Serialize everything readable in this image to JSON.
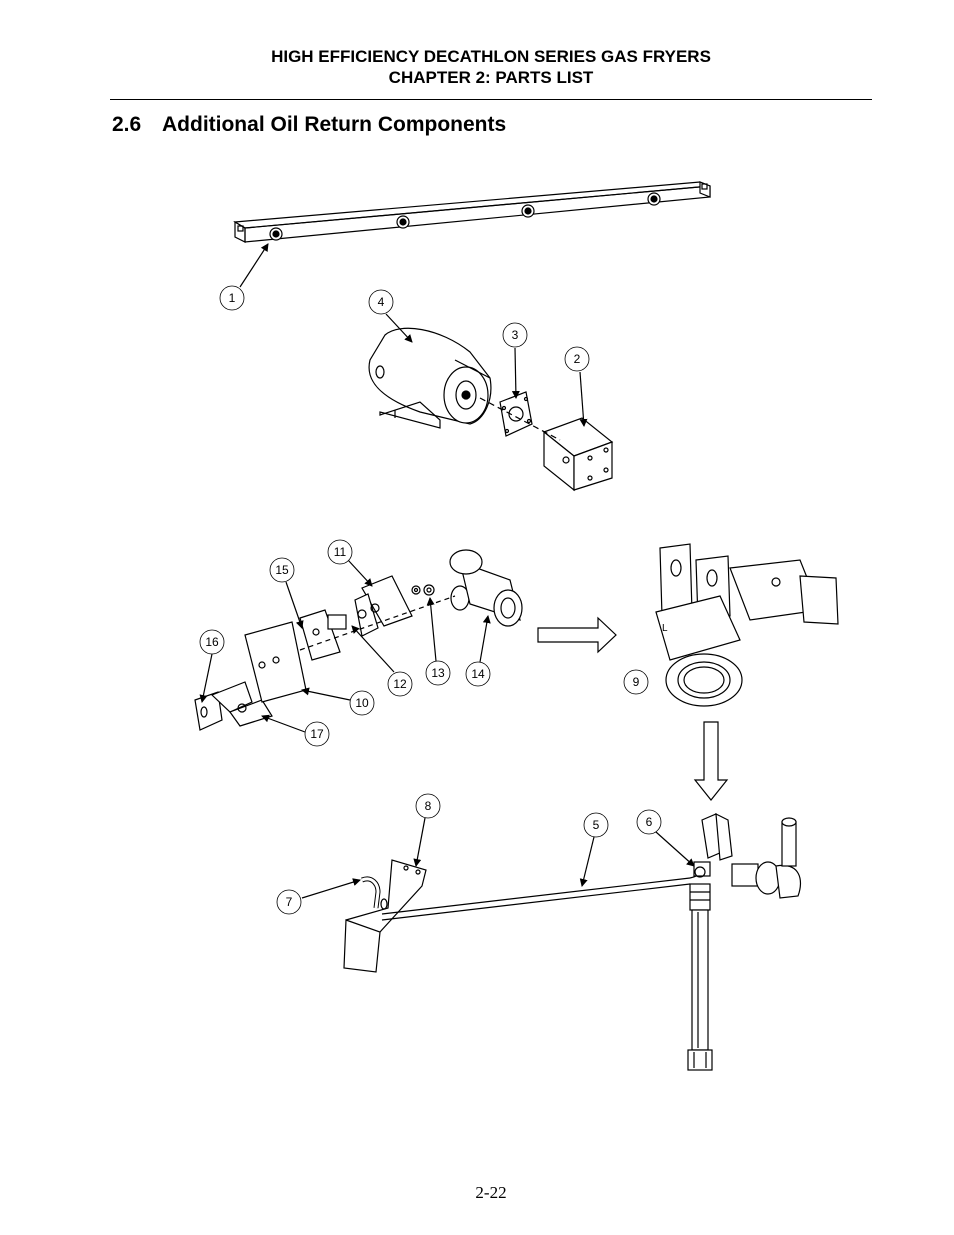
{
  "header": {
    "line1": "HIGH EFFICIENCY DECATHLON SERIES GAS FRYERS",
    "line2": "CHAPTER 2:  PARTS LIST"
  },
  "section": {
    "number": "2.6",
    "title": "Additional Oil Return Components"
  },
  "callouts": {
    "c1": "1",
    "c2": "2",
    "c3": "3",
    "c4": "4",
    "c5": "5",
    "c6": "6",
    "c7": "7",
    "c8": "8",
    "c9": "9",
    "c10": "10",
    "c11": "11",
    "c12": "12",
    "c13": "13",
    "c14": "14",
    "c15": "15",
    "c16": "16",
    "c17": "17"
  },
  "diagram_labels": {
    "valve_letter": "L"
  },
  "footer": {
    "page_number": "2-22"
  }
}
